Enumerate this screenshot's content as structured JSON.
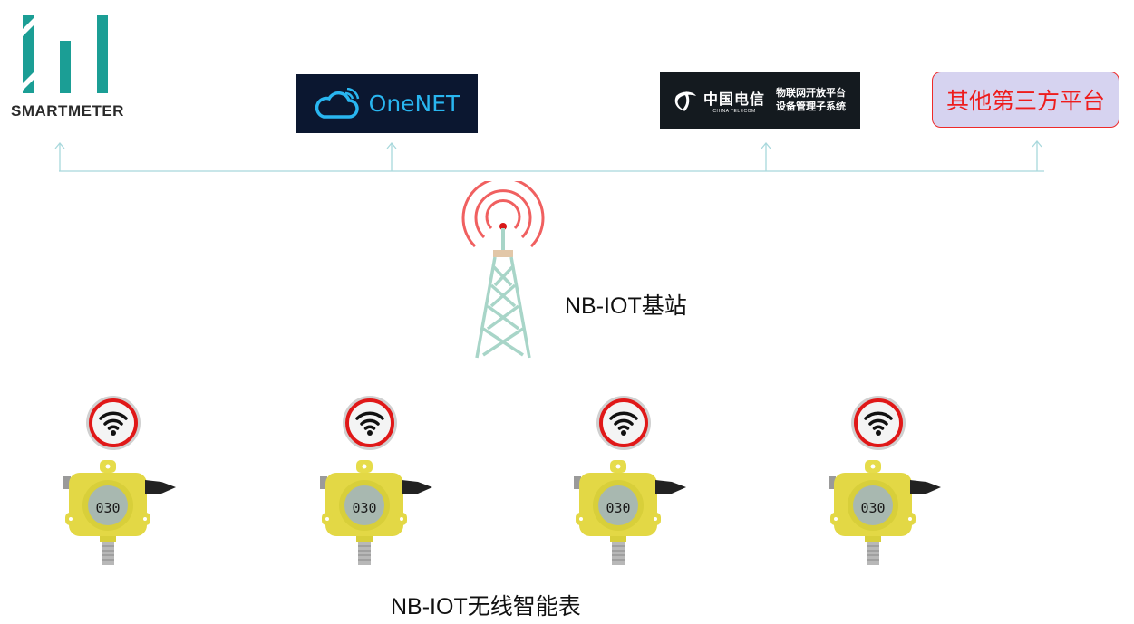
{
  "logo": {
    "name": "SMARTMETER",
    "color": "#1b9e95"
  },
  "platforms": [
    {
      "id": "onenet",
      "label": "OneNET",
      "bg": "#0b1730",
      "color": "#29b6f0"
    },
    {
      "id": "china-telecom",
      "brand_cn": "中国电信",
      "brand_en": "CHINA TELECOM",
      "desc_line1": "物联网开放平台",
      "desc_line2": "设备管理子系统",
      "bg": "#141a1f"
    },
    {
      "id": "other",
      "label": "其他第三方平台",
      "bg": "#d6d3f0",
      "border": "#ee2a2a",
      "color": "#ee1c1c"
    }
  ],
  "connector": {
    "color": "#a8d8dc",
    "arrow_count": 4
  },
  "base_station": {
    "label": "NB-IOT基站",
    "signal_color": "#f06060",
    "tower_color": "#a8d5c8"
  },
  "meters": {
    "label": "NB-IOT无线智能表",
    "count": 4,
    "items": [
      {
        "display_value": "030"
      },
      {
        "display_value": "030"
      },
      {
        "display_value": "030"
      },
      {
        "display_value": "030"
      }
    ]
  }
}
